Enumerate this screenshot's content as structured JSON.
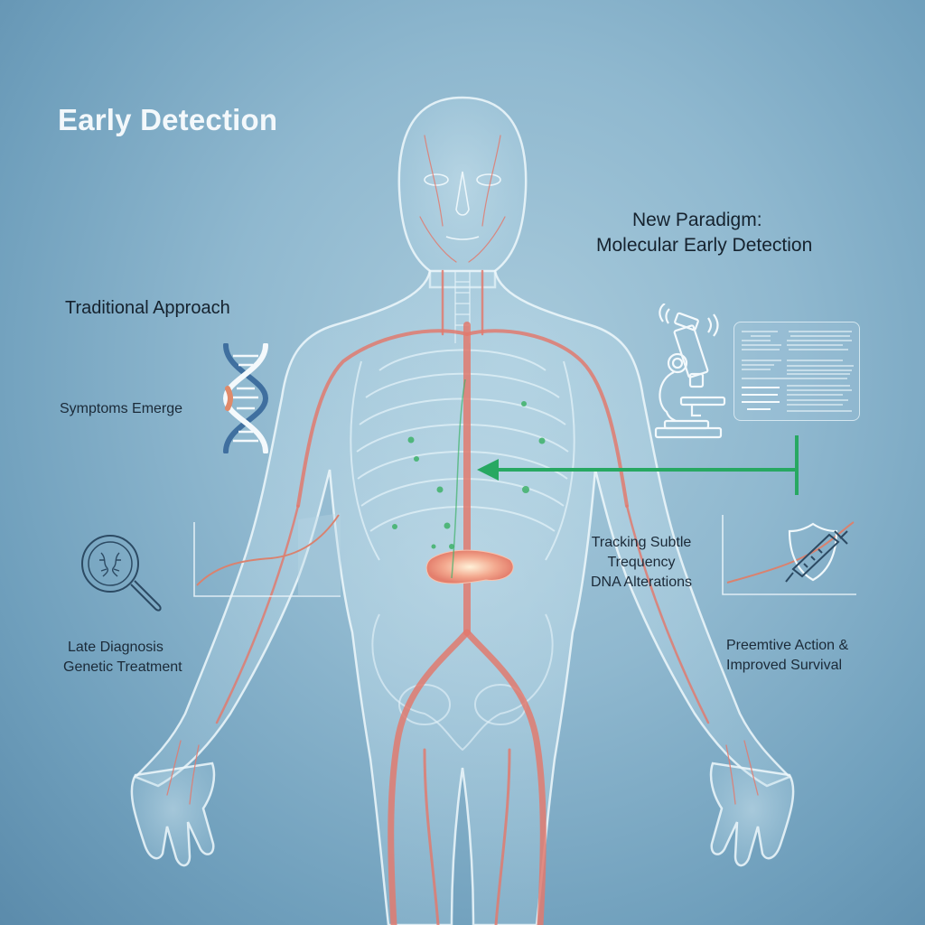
{
  "header": {
    "title": "Early Detection"
  },
  "new_paradigm": {
    "line1": "New Paradigm:",
    "line2": "Molecular Early Detection"
  },
  "traditional": {
    "heading": "Traditional Approach",
    "symptoms_label": "Symptoms Emerge",
    "outcome_line1": "Late Diagnosis",
    "outcome_line2": "Genetic Treatment"
  },
  "molecular": {
    "tracking_line1": "Tracking Subtle",
    "tracking_line2": "Trequency",
    "tracking_line3": "DNA Alterations",
    "outcome_line1": "Preemtive Action &",
    "outcome_line2": "Improved Survival"
  },
  "icons": {
    "dna": "dna-helix-icon",
    "magnifier": "magnifying-glass-icon",
    "microscope": "microscope-icon",
    "shield_syringe": "shield-syringe-icon",
    "arrow": "green-arrow-left"
  },
  "colors": {
    "background_center": "#a9cbdc",
    "background_edge": "#5b8bab",
    "title_white": "#f3f8fb",
    "text_dark": "#15222e",
    "vessel_red": "#e07a6e",
    "arrow_green": "#27a862",
    "dna_blue": "#3f6f9f",
    "dna_orange": "#e08a6a"
  }
}
